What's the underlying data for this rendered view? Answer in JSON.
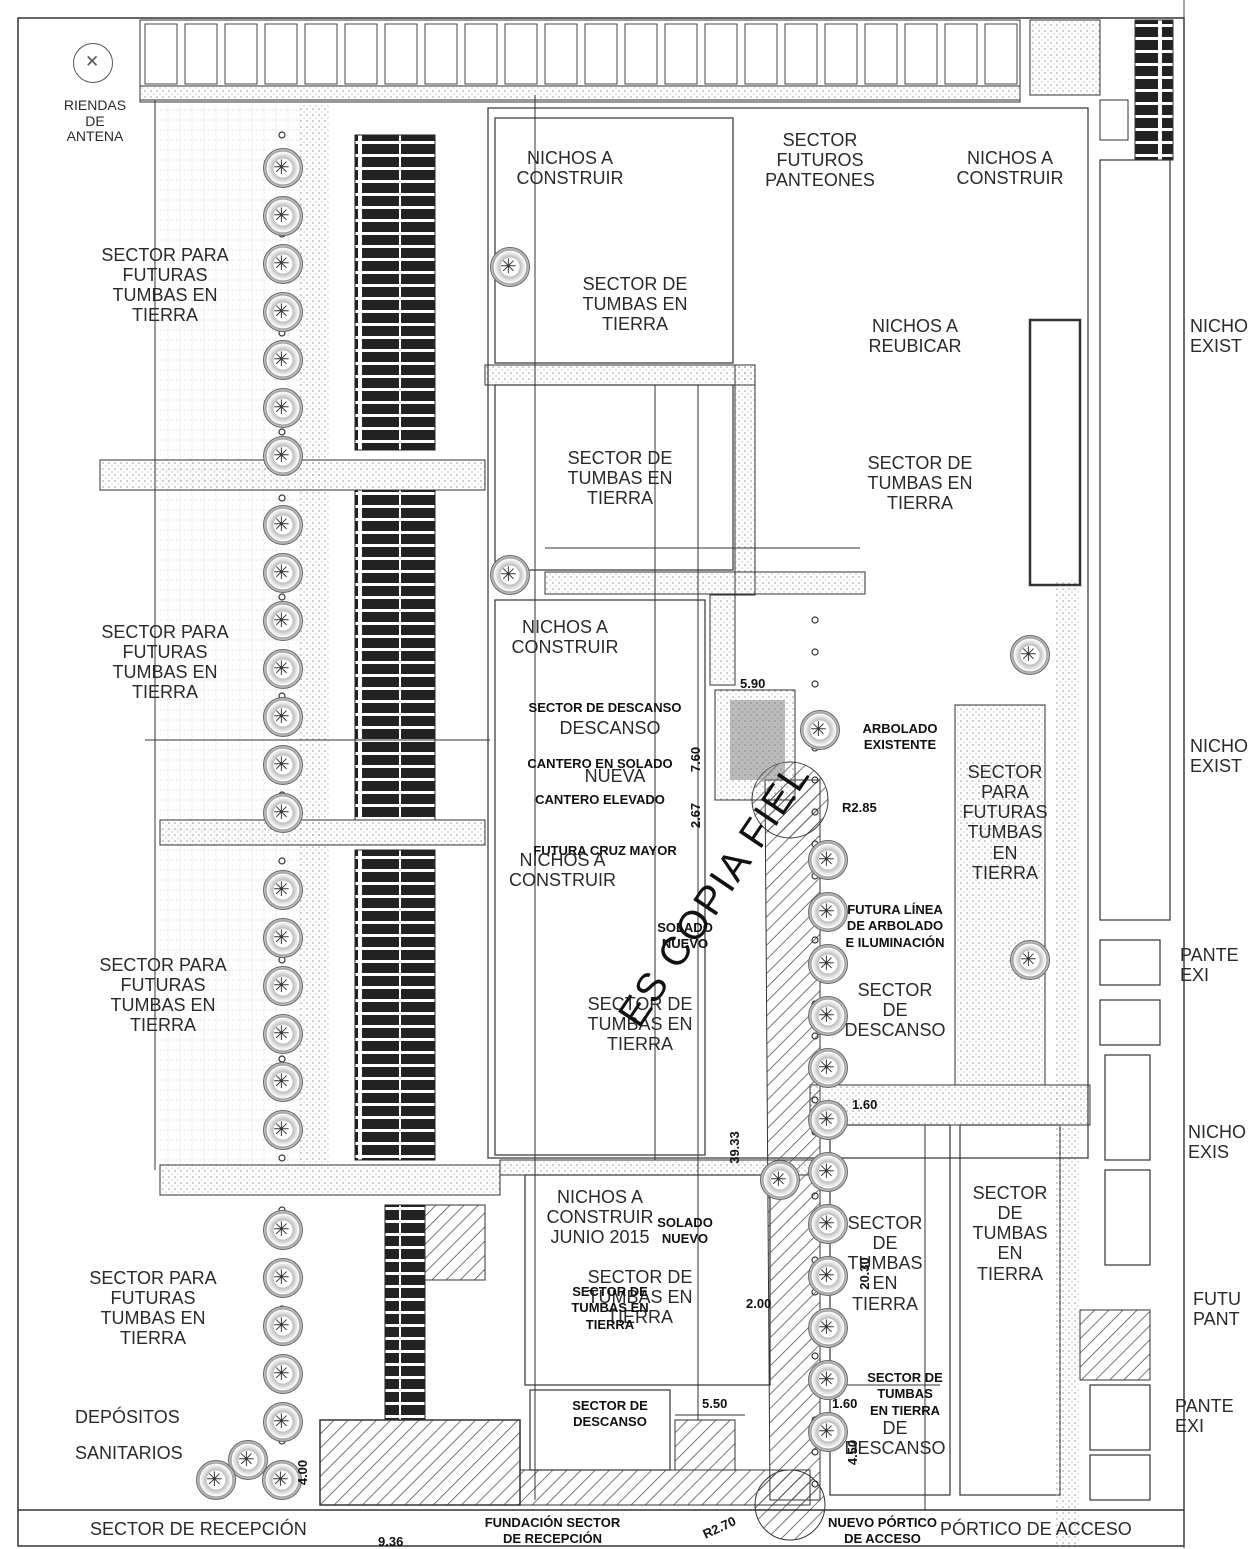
{
  "labels": {
    "riendas": "RIENDAS\nDE\nANTENA",
    "nichos_construir_top_left": "NICHOS A\nCONSTRUIR",
    "futuros_panteones": "SECTOR\nFUTUROS\nPANTEONES",
    "nichos_construir_top_right": "NICHOS A\nCONSTRUIR",
    "futuras_tumbas_1": "SECTOR PARA\nFUTURAS\nTUMBAS EN\nTIERRA",
    "tumbas_tierra_top": "SECTOR DE\nTUMBAS EN\nTIERRA",
    "nichos_reubicar": "NICHOS A\nREUBICAR",
    "nicho_exist_1": "NICHO\nEXIST",
    "tumbas_tierra_mid": "SECTOR DE\nTUMBAS EN\nTIERRA",
    "tumbas_tierra_right": "SECTOR DE\nTUMBAS EN\nTIERRA",
    "futuras_tumbas_2": "SECTOR PARA\nFUTURAS\nTUMBAS EN\nTIERRA",
    "nichos_construir_mid": "NICHOS A\nCONSTRUIR",
    "sector_descanso_bold": "SECTOR DE DESCANSO",
    "descanso": "DESCANSO",
    "arbolado": "ARBOLADO\nEXISTENTE",
    "cantero_solado": "CANTERO EN SOLADO",
    "nueva": "NUEVA",
    "cantero_elevado": "CANTERO ELEVADO",
    "r285": "R2.85",
    "nicho_exist_2": "NICHO\nEXIST",
    "sector_futuras_tumbas_right": "SECTOR\nPARA\nFUTURAS\nTUMBAS\nEN\nTIERRA",
    "futura_cruz": "FUTURA CRUZ MAYOR",
    "nichos_construir_mid2": "NICHOS A\nCONSTRUIR",
    "futura_linea": "FUTURA LÍNEA\nDE ARBOLADO\nE ILUMINACIÓN",
    "solado_nuevo_1": "SOLADO\nNUEVO",
    "futuras_tumbas_3": "SECTOR PARA\nFUTURAS\nTUMBAS EN\nTIERRA",
    "tumbas_tierra_center": "SECTOR DE\nTUMBAS EN\nTIERRA",
    "sector_descanso_right": "SECTOR\nDE\nDESCANSO",
    "pante_exi_1": "PANTE\nEXI",
    "nicho_exist_3": "NICHO\nEXIS",
    "nichos_construir_junio": "NICHOS A\nCONSTRUIR\nJUNIO 2015",
    "solado_nuevo_2": "SOLADO\nNUEVO",
    "sector_tumbas_bold": "SECTOR DE\nTUMBAS EN\nTIERRA",
    "sector_tumbas_low": "SECTOR DE\nTUMBAS EN\nTIERRA",
    "sector_de_tumbas_col": "SECTOR\nDE\nTUMBAS\nEN\nTIERRA",
    "sector_de_tumbas_col2": "SECTOR\nDE\nTUMBAS\nEN\nTIERRA",
    "futuras_tumbas_4": "SECTOR PARA\nFUTURAS\nTUMBAS EN\nTIERRA",
    "futu_pant": "FUTU\nPANT",
    "depositos": "DEPÓSITOS",
    "sanitarios": "SANITARIOS",
    "sector_descanso_low": "SECTOR DE\nDESCANSO",
    "sector_tumbas_low2": "SECTOR DE\nTUMBAS\nEN TIERRA",
    "de_descanso": "DE\nDESCANSO",
    "pante_exi_2": "PANTE\nEXI",
    "sector_recepcion": "SECTOR DE RECEPCIÓN",
    "fundacion": "FUNDACIÓN SECTOR\nDE RECEPCIÓN",
    "nuevo_portico": "NUEVO PÓRTICO\nDE ACCESO",
    "portico_acceso": "PÓRTICO DE ACCESO"
  },
  "dimensions": {
    "d590": "5.90",
    "d760": "7.60",
    "d267": "2.67",
    "d160": "1.60",
    "d3933": "39.33",
    "d200": "2.00",
    "d2030": "20.30",
    "d550": "5.50",
    "d160b": "1.60",
    "d400": "4.00",
    "d450": "4.50",
    "d936": "9.36",
    "d270": "R2.70"
  },
  "stamp": "ES COPIA FIEL",
  "colors": {
    "line": "#333333",
    "hatch": "#555555",
    "stipple": "#9a9a9a",
    "paper": "#ffffff"
  }
}
